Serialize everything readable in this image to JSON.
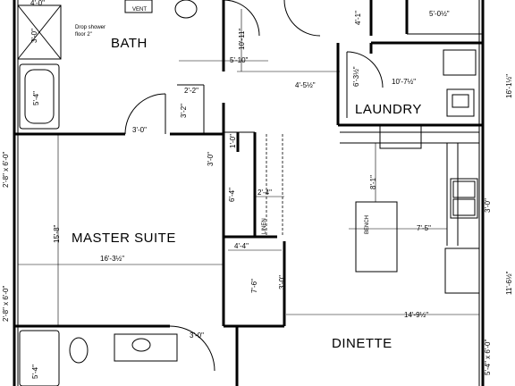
{
  "rooms": {
    "bath": "BATH",
    "laundry": "LAUNDRY",
    "master_suite": "MASTER SUITE",
    "dinette": "DINETTE"
  },
  "notes": {
    "shower_line1": "Drop shower",
    "shower_line2": "floor 2\"",
    "bench": "BENCH",
    "closet": "LINEN",
    "vent": "VENT"
  },
  "dimensions": {
    "bath_top": "4'-0\"",
    "shower_depth": "3'-0\"",
    "tub_depth": "5'-4\"",
    "bath_height": "10'-11\"",
    "bath_width": "5'-10\"",
    "closet_w": "2'-2\"",
    "closet_d": "3'-2\"",
    "door_bath": "3'-0\"",
    "hall_w": "4'-5½\"",
    "laundry_h": "6'-3½\"",
    "laundry_w": "10'-7½\"",
    "pantry_w": "5'-0½\"",
    "pantry_h": "4'-1\"",
    "small_closet": "1'-0\"",
    "suite_h": "15'-8\"",
    "suite_w": "16'-3½\"",
    "suite_door": "3'-0\"",
    "hall_len": "6'-4\"",
    "linen_w": "2'-4\"",
    "wic_w": "4'-4\"",
    "wic_d": "7'-6\"",
    "door_wic": "3'-0\"",
    "island_h": "8'-1\"",
    "island_w": "7'-5\"",
    "dinette_w": "14'-9½\"",
    "sink_dim": "3'-0\"",
    "ext_dim1": "16'-1½\"",
    "ext_dim2": "11'-6½\"",
    "window_left1": "2'-8\" x 6'-0\"",
    "window_left2": "2'-8\" x 6'-0\"",
    "window_right": "5'-4\" x 6'-0\"",
    "door_dinette": "3'-0\"",
    "bath2_tub": "5'-4\""
  }
}
